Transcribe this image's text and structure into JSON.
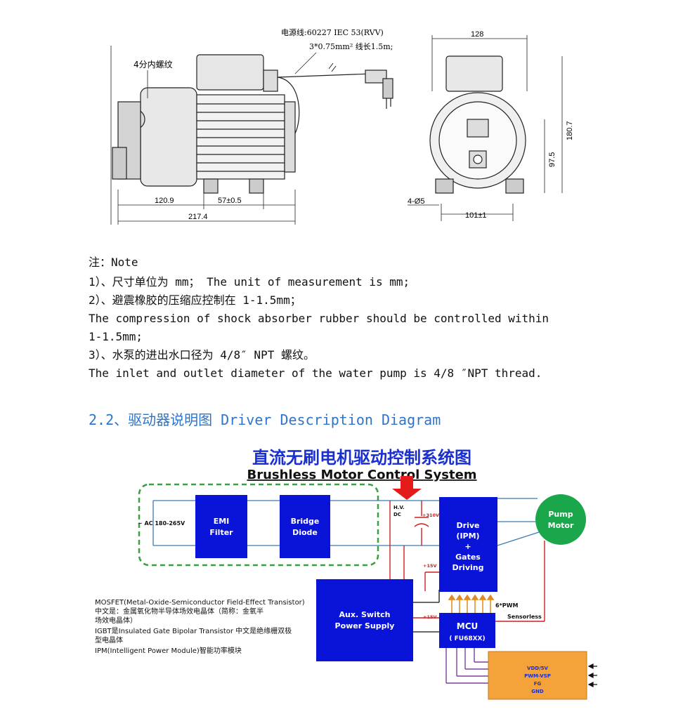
{
  "drawing": {
    "cable_label_line1": "电源线:60227 IEC 53(RVV)",
    "cable_label_line2": "3*0.75mm² 线长1.5m;",
    "thread_label": "4分内螺纹",
    "dim_120_9": "120.9",
    "dim_57": "57±0.5",
    "dim_217_4": "217.4",
    "dim_128": "128",
    "dim_180_7": "180.7",
    "dim_97_5": "97.5",
    "dim_4_phi5": "4-Ø5",
    "dim_101": "101±1"
  },
  "notes": {
    "heading": "注：Note",
    "line1": "1）、尺寸单位为 mm； The unit of measurement is mm;",
    "line2": "2）、避震橡胶的压缩应控制在 1-1.5mm；",
    "line3": "The compression of shock absorber rubber should be controlled within",
    "line4": "1-1.5mm;",
    "line5": "3）、水泵的进出水口径为 4/8″ NPT 螺纹。",
    "line6": "The inlet and outlet diameter of the water pump is 4/8 ″NPT thread."
  },
  "section": {
    "title": "2.2、驱动器说明图 Driver Description Diagram"
  },
  "diagram": {
    "title_cn": "直流无刷电机驱动控制系统图",
    "title_en": "Brushless Motor Control System",
    "ac_label": "~ AC 180-265V",
    "emi_line1": "EMI",
    "emi_line2": "Filter",
    "bridge_line1": "Bridge",
    "bridge_line2": "Diode",
    "hv_line1": "H.V.",
    "hv_line2": "DC",
    "v310": "+310V",
    "drive_line1": "Drive",
    "drive_line2": "(IPM)",
    "drive_line3": "+",
    "drive_line4": "Gates",
    "drive_line5": "Driving",
    "pump_line1": "Pump",
    "pump_line2": "Motor",
    "v15_a": "+15V",
    "v15_b": "+15V",
    "aux_line1": "Aux. Switch",
    "aux_line2": "Power Supply",
    "pwm6": "6*PWM",
    "sensorless": "Sensorless",
    "mcu_line1": "MCU",
    "mcu_line2": "( FU68XX)",
    "io_vdd": "VDD/5V",
    "io_pwm": "PWM-VSP",
    "io_fg": "FG",
    "io_gnd": "GND",
    "colors": {
      "blue_box": "#0a14d8",
      "green_circle": "#1aa64a",
      "orange_box": "#f4a23a",
      "red_line": "#d02020",
      "purple_line": "#7b3fa0",
      "teal_line": "#3a7ab0",
      "dash_green": "#3aa040"
    }
  },
  "legend": {
    "l1": "MOSFET(Metal-Oxide-Semiconductor Field-Effect Transistor)",
    "l2": "中文是：金属氧化物半导体场效电晶体（简称：金氧半",
    "l3": "场效电晶体）",
    "l4": "IGBT是Insulated Gate Bipolar Transistor 中文是绝缘栅双极",
    "l5": "型电晶体",
    "l6": "IPM(Intelligent Power Module)智能功率模块"
  }
}
